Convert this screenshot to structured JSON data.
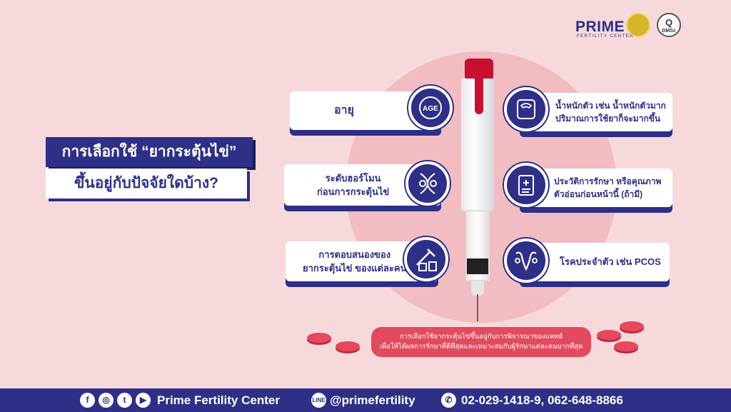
{
  "logo": {
    "brand": "PRIME",
    "tagline": "FERTILITY CENTER",
    "seal_text": "Q",
    "seal_subtext": "DMSc"
  },
  "title": {
    "line1": "การเลือกใช้ “ยากระตุ้นไข่”",
    "line2": "ขึ้นอยู่กับปัจจัยใดบ้าง?"
  },
  "factors_left": [
    {
      "icon": "age-icon",
      "icon_text": "AGE",
      "label": "อายุ"
    },
    {
      "icon": "hormone-icon",
      "label": "ระดับฮอร์โมน\nก่อนการกระตุ้นไข่"
    },
    {
      "icon": "injection-vial-icon",
      "label": "การตอบสนองของ\nยากระตุ้นไข่ ของแต่ละคน"
    }
  ],
  "factors_right": [
    {
      "icon": "weight-scale-icon",
      "label": "น้ำหนักตัว เช่น น้ำหนักตัวมาก\nปริมาณการใช้ยาก็จะมากขึ้น"
    },
    {
      "icon": "medical-record-icon",
      "label": "ประวัติการรักษา หรือคุณภาพ\nตัวอ่อนก่อนหน้านี้ (ถ้ามี)"
    },
    {
      "icon": "uterus-icon",
      "label": "โรคประจำตัว เช่น PCOS"
    }
  ],
  "note": {
    "line1": "การเลือกใช้ยากระตุ้นไข่ขึ้นอยู่กับการพิจารณาของแพทย์",
    "line2": "เพื่อให้ได้ผลการรักษาที่ดีที่สุดและเหมาะสมกับผู้รักษาแต่ละคนมากที่สุด"
  },
  "footer": {
    "social_icons": [
      "facebook-icon",
      "instagram-icon",
      "twitter-icon",
      "youtube-icon"
    ],
    "center_name": "Prime Fertility Center",
    "line_icon": "line-icon",
    "line_id": "@primefertility",
    "phone_icon": "phone-icon",
    "phones": "02-029-1418-9, 062-648-8866"
  },
  "colors": {
    "navy": "#2e2f87",
    "background": "#f7d9dc",
    "accent_red": "#c8102e",
    "pill": "#e6495e"
  }
}
